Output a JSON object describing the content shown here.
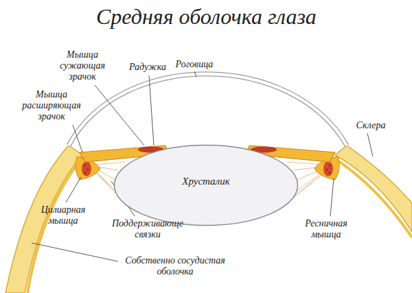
{
  "diagram": {
    "title": "Средняя оболочка глаза",
    "nodes": [
      {
        "text": [
          "Хрусталик"
        ]
      }
    ],
    "labels": [
      "Мышца сужающая зрачок",
      "Радужка",
      "Роговица",
      "Мышца расширяющая зрачок",
      "Склера",
      "Цилиарная мышца",
      "Поддерживающе связки",
      "Ресничная мышца",
      "Собственно сосудистая оболочка"
    ]
  }
}
